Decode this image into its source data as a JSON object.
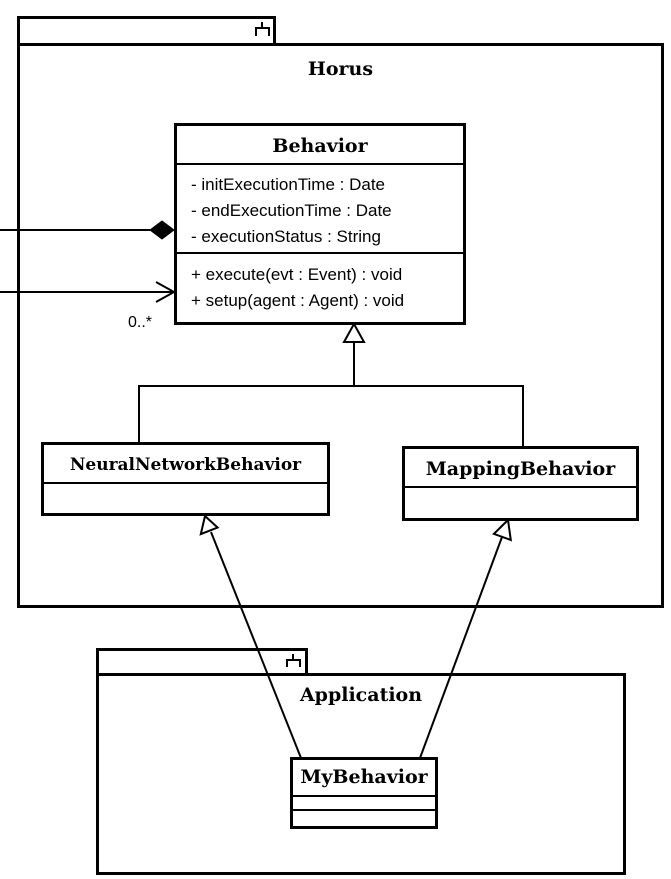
{
  "packages": {
    "horus": {
      "name": "Horus"
    },
    "application": {
      "name": "Application"
    }
  },
  "classes": {
    "behavior": {
      "name": "Behavior",
      "attributes": [
        "- initExecutionTime : Date",
        "- endExecutionTime : Date",
        "- executionStatus : String"
      ],
      "operations": [
        "+ execute(evt : Event) : void",
        "+ setup(agent : Agent) : void"
      ]
    },
    "neural": {
      "name": "NeuralNetworkBehavior"
    },
    "mapping": {
      "name": "MappingBehavior"
    },
    "my": {
      "name": "MyBehavior"
    }
  },
  "associations": {
    "navigable": {
      "multiplicity": "0..*"
    }
  }
}
